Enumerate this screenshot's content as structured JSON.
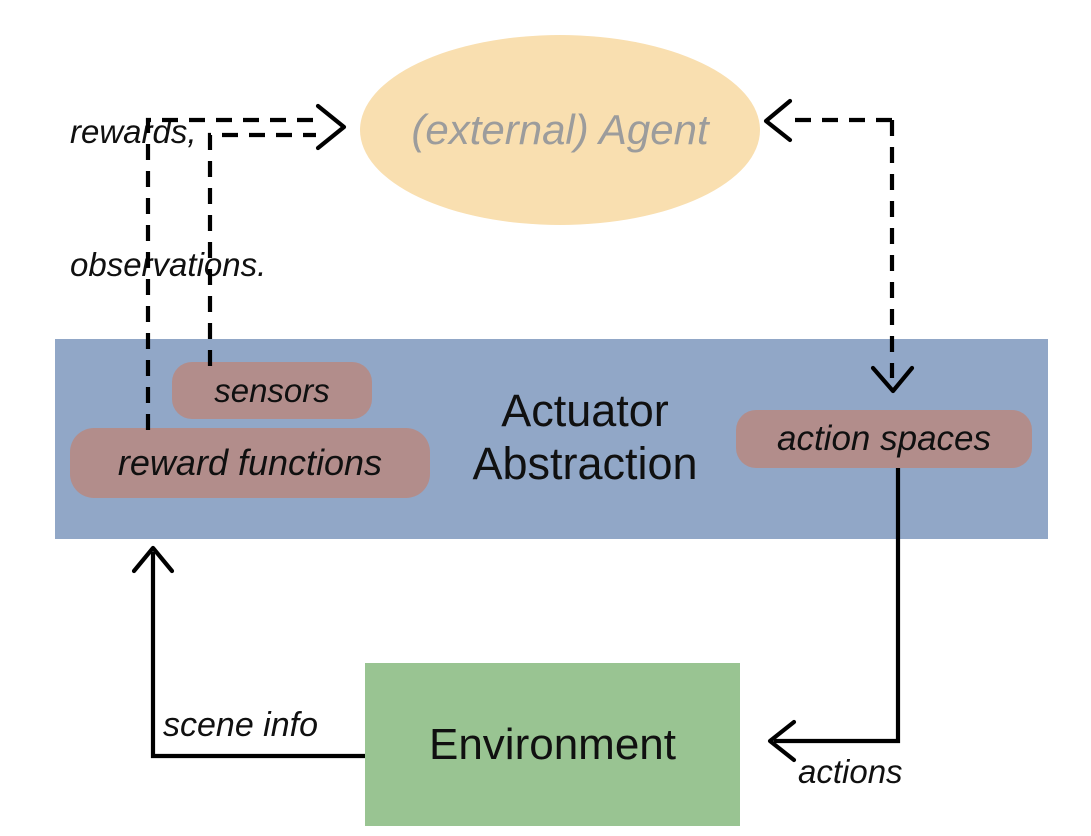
{
  "diagram": {
    "labels": {
      "rewards_line1": "rewards,",
      "rewards_line2": "observations.",
      "agent": "(external) Agent",
      "band_line1": "Actuator",
      "band_line2": "Abstraction",
      "sensors": "sensors",
      "reward_functions": "reward functions",
      "action_spaces": "action spaces",
      "environment": "Environment",
      "scene_info": "scene info",
      "actions": "actions"
    },
    "colors": {
      "agent_fill": "#f9dfb0",
      "agent_text": "#9c9c9c",
      "band_fill": "#91a7c7",
      "pill_fill": "#b28d8b",
      "environment_fill": "#99c492",
      "arrow": "#000000"
    }
  }
}
